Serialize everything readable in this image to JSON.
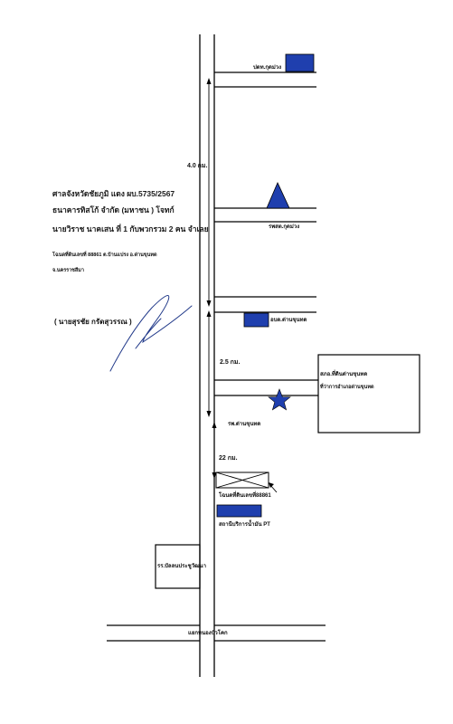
{
  "case": {
    "court_line": "ศาลจังหวัดชัยภูมิ แดง ผบ.5735/2567",
    "plaintiff_line": "ธนาคารทิสโก้ จำกัด (มหาชน )      โจทก์",
    "defendant_line": "นายวิราช นาคเสน ที่ 1 กับพวกรวม 2 คน จำเลย",
    "deed_line": "โฉนดที่ดินเลขที่ 88861 ต.บ้านแปรง อ.ด่านขุนทด",
    "province_line": "จ.นครราชสีมา",
    "signer": "( นายสุรชัย กรัดสุวรรณ )"
  },
  "places": {
    "post_office": "ปตท.กุดม่วง",
    "health_hospital": "รพสต.กุดม่วง",
    "district_office": "อบต.ด่านขุนทด",
    "police_station": "สภอ.ที่ดินด่านขุนทด",
    "district_admin": "ที่ว่าการอำเภอด่านขุนทด",
    "hospital": "รพ.ด่านขุนทด",
    "target_parcel": "โฉนดที่ดินเลขที่88861",
    "gas_station": "สถานีบริการน้ำมัน PT",
    "school": "รร.บัลลนประชูวัฒนา",
    "intersection": "แยกหนองบัวโคก"
  },
  "distances": {
    "d1": "4.0 กม.",
    "d2": "2.5 กม.",
    "d3": "22 กม."
  },
  "colors": {
    "marker_blue": "#1f3fae",
    "line": "#000000"
  }
}
